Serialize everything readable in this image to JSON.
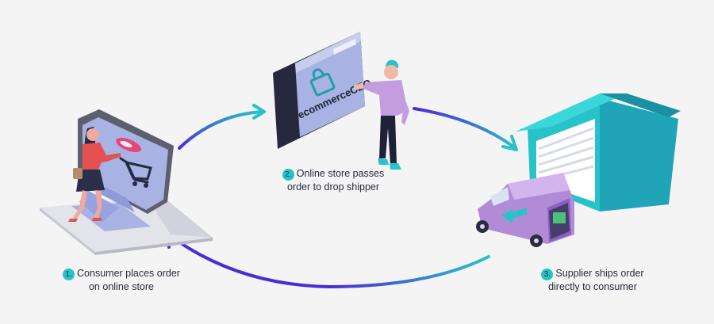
{
  "steps": [
    {
      "number": "1.",
      "line1": "Consumer places order",
      "line2": "on online store"
    },
    {
      "number": "2.",
      "line1": "Online store passes",
      "line2": "order to drop shipper"
    },
    {
      "number": "3.",
      "line1": "Supplier ships order",
      "line2": "directly to consumer"
    }
  ],
  "store_logo": {
    "brand": "ecommerceCEO"
  },
  "colors": {
    "accent_teal": "#27c3c9",
    "arrow_purple": "#4a2bd6",
    "laptop_screen": "#a9b3e3",
    "van_purple": "#b18bd6",
    "house_teal": "#1fb3c4"
  },
  "icons": [
    "laptop-icon",
    "shopping-cart-icon",
    "browser-window-icon",
    "shopping-bag-icon",
    "warehouse-icon",
    "delivery-van-icon",
    "cycle-arrow-icon"
  ]
}
